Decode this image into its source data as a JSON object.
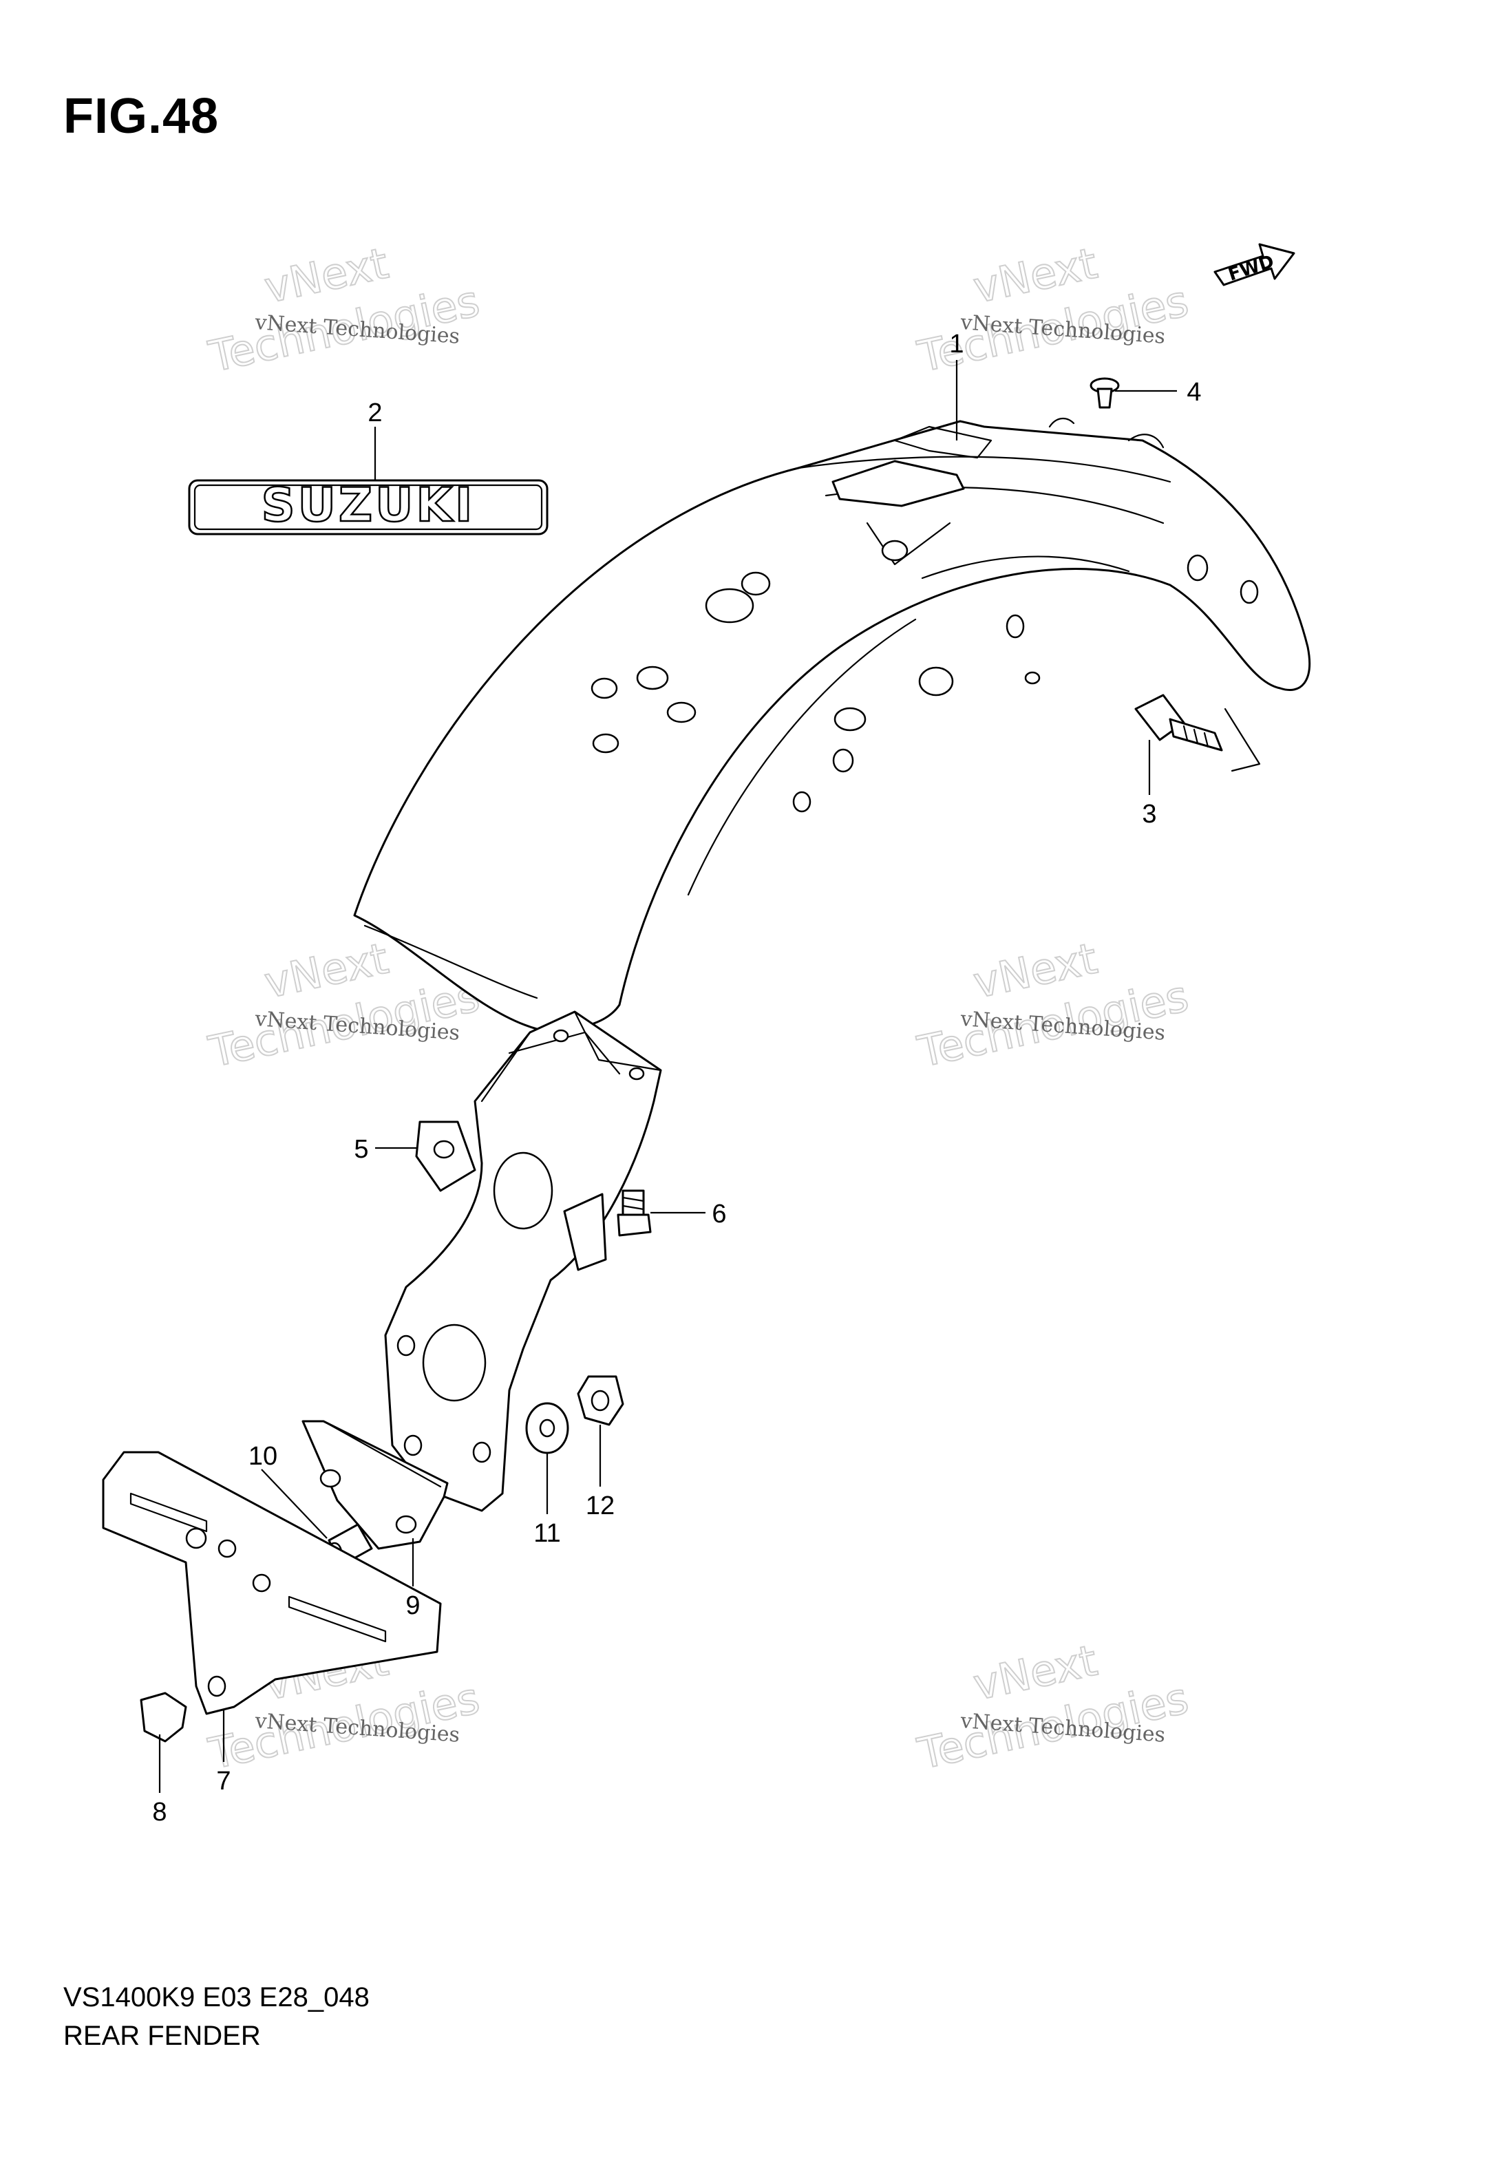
{
  "figure": {
    "title": "FIG.48",
    "code": "VS1400K9 E03 E28_048",
    "name": "REAR FENDER"
  },
  "emblem": {
    "text": "SUZUKI"
  },
  "direction_marker": {
    "text": "FWD"
  },
  "watermark": {
    "line1": "vNext Technologies",
    "line2": "vNext",
    "line3": "Technologies"
  },
  "callouts": [
    "1",
    "2",
    "3",
    "4",
    "5",
    "6",
    "7",
    "8",
    "9",
    "10",
    "11",
    "12"
  ]
}
